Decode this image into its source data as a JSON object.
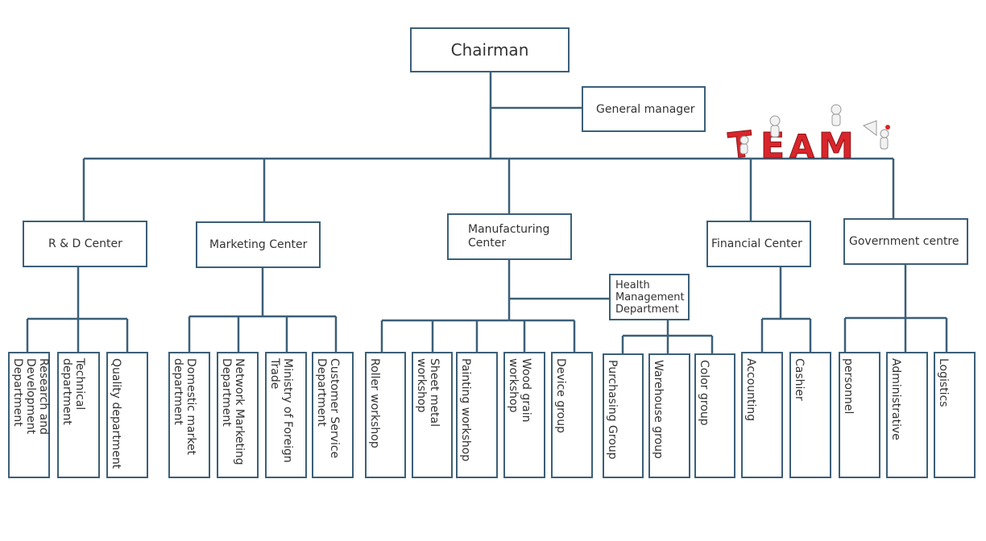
{
  "colors": {
    "line": "#3c5f78",
    "box_border": "#3c5f78",
    "team_red": "#d8252b"
  },
  "root": "Chairman",
  "assistant": "General manager",
  "centers": [
    {
      "label": "R & D Center",
      "departments": [
        "Research and Development Department",
        "Technical department",
        "Quality department"
      ]
    },
    {
      "label": "Marketing Center",
      "departments": [
        "Domestic market department",
        "Network Marketing Department",
        "Ministry of Foreign Trade",
        "Customer Service Department"
      ]
    },
    {
      "label": "Manufacturing Center",
      "departments": [
        "Roller workshop",
        "Sheet metal workshop",
        "Painting workshop",
        "Wood grain workshop",
        "Device group"
      ]
    },
    {
      "label": "Financial Center",
      "departments": [
        "Accounting",
        "Cashier"
      ]
    },
    {
      "label": "Government centre",
      "departments": [
        "personnel",
        "Administrative",
        "Logistics"
      ]
    }
  ],
  "sub_unit": {
    "label": "Health Management Department",
    "departments": [
      "Purchasing Group",
      "Warehouse group",
      "Color group"
    ]
  },
  "logo_text": "TEAM"
}
